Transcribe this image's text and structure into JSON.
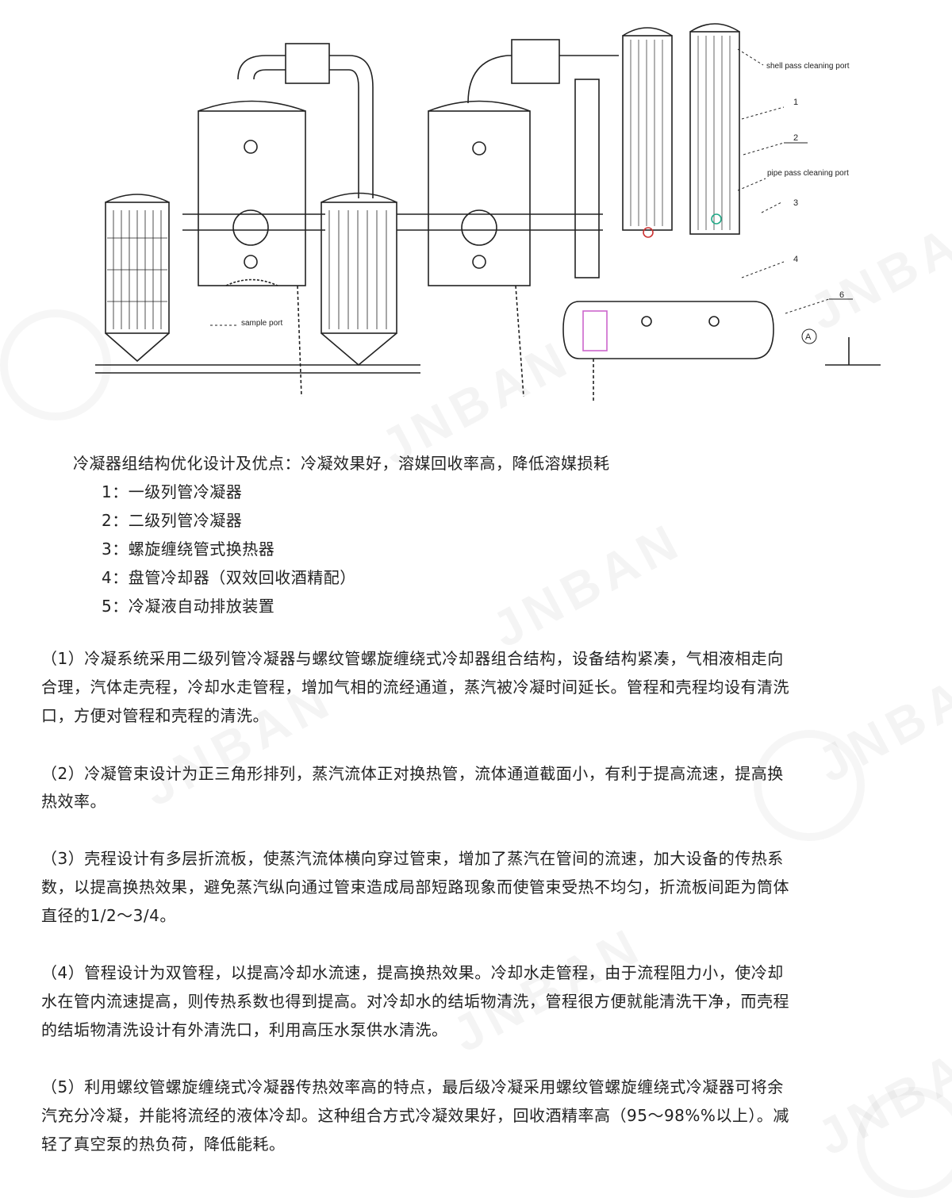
{
  "diagram": {
    "labels": {
      "shell_port": "shell pass cleaning port",
      "pipe_port": "pipe pass cleaning port",
      "sample_port": "sample port",
      "n1": "1",
      "n2": "2",
      "n3": "3",
      "n4": "4",
      "n6": "6",
      "a": "A"
    }
  },
  "caption": "冷凝器组结构优化设计及优点：冷凝效果好，溶媒回收率高，降低溶媒损耗",
  "items": [
    "1：一级列管冷凝器",
    "2：二级列管冷凝器",
    "3：螺旋缠绕管式换热器",
    "4：盘管冷却器（双效回收酒精配）",
    "5：冷凝液自动排放装置"
  ],
  "paragraphs": [
    [
      "（1）冷凝系统采用二级列管冷凝器与螺纹管螺旋缠绕式冷却器组合结构，设备结构紧凑，气相液相走向",
      "合理，汽体走壳程，冷却水走管程，增加气相的流经通道，蒸汽被冷凝时间延长。管程和壳程均设有清洗",
      "口，方便对管程和壳程的清洗。"
    ],
    [
      "（2）冷凝管束设计为正三角形排列，蒸汽流体正对换热管，流体通道截面小，有利于提高流速，提高换",
      "热效率。"
    ],
    [
      "（3）壳程设计有多层折流板，使蒸汽流体横向穿过管束，增加了蒸汽在管间的流速，加大设备的传热系",
      "数，以提高换热效果，避免蒸汽纵向通过管束造成局部短路现象而使管束受热不均匀，折流板间距为筒体",
      "直径的1/2～3/4。"
    ],
    [
      "（4）管程设计为双管程，以提高冷却水流速，提高换热效果。冷却水走管程，由于流程阻力小，使冷却",
      "水在管内流速提高，则传热系数也得到提高。对冷却水的结垢物清洗，管程很方便就能清洗干净，而壳程",
      "的结垢物清洗设计有外清洗口，利用高压水泵供水清洗。"
    ],
    [
      "（5）利用螺纹管螺旋缠绕式冷凝器传热效率高的特点，最后级冷凝采用螺纹管螺旋缠绕式冷凝器可将余",
      "汽充分冷凝，并能将流经的液体冷却。这种组合方式冷凝效果好，回收酒精率高（95～98%%以上）。减",
      "轻了真空泵的热负荷，降低能耗。"
    ]
  ],
  "watermark": "JNBAN"
}
